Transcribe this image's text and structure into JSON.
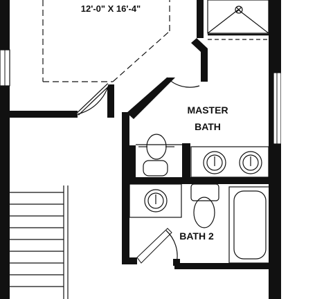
{
  "plan": {
    "dimension_label": "12'-0\" X 16'-4\"",
    "rooms": [
      {
        "id": "master-bath",
        "lines": [
          "MASTER",
          "BATH"
        ]
      },
      {
        "id": "bath-2",
        "lines": [
          "BATH 2"
        ]
      }
    ],
    "colors": {
      "wall": "#111111",
      "background": "#ffffff"
    }
  }
}
